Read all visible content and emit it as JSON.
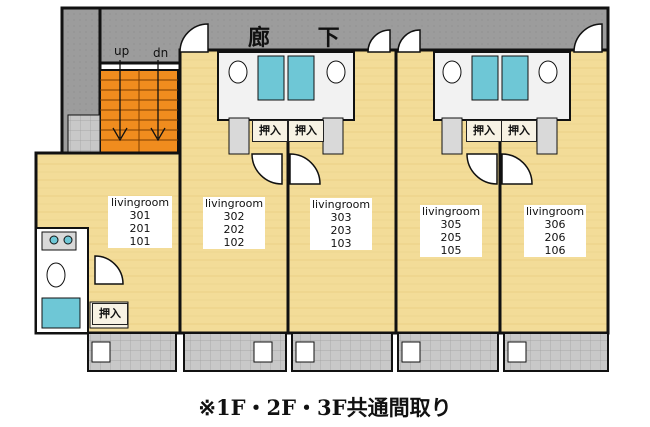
{
  "corridor_label": "廊 下",
  "stairs": {
    "up_label": "up",
    "down_label": "dn"
  },
  "closet_label": "押入",
  "caption": "※1F・2F・3F共通間取り",
  "units": [
    {
      "name": "unit-a",
      "title": "livingroom",
      "numbers": [
        "301",
        "201",
        "101"
      ]
    },
    {
      "name": "unit-b",
      "title": "livingroom",
      "numbers": [
        "302",
        "202",
        "102"
      ]
    },
    {
      "name": "unit-c",
      "title": "livingroom",
      "numbers": [
        "303",
        "203",
        "103"
      ]
    },
    {
      "name": "unit-d",
      "title": "livingroom",
      "numbers": [
        "305",
        "205",
        "105"
      ]
    },
    {
      "name": "unit-e",
      "title": "livingroom",
      "numbers": [
        "306",
        "206",
        "106"
      ]
    }
  ],
  "colors": {
    "floor": "#f3dc98",
    "corridor": "#9a9a9a",
    "stair": "#f08c1e",
    "bath": "#6ec7d6",
    "tile": "#bfbfbf",
    "wall": "#111111"
  }
}
